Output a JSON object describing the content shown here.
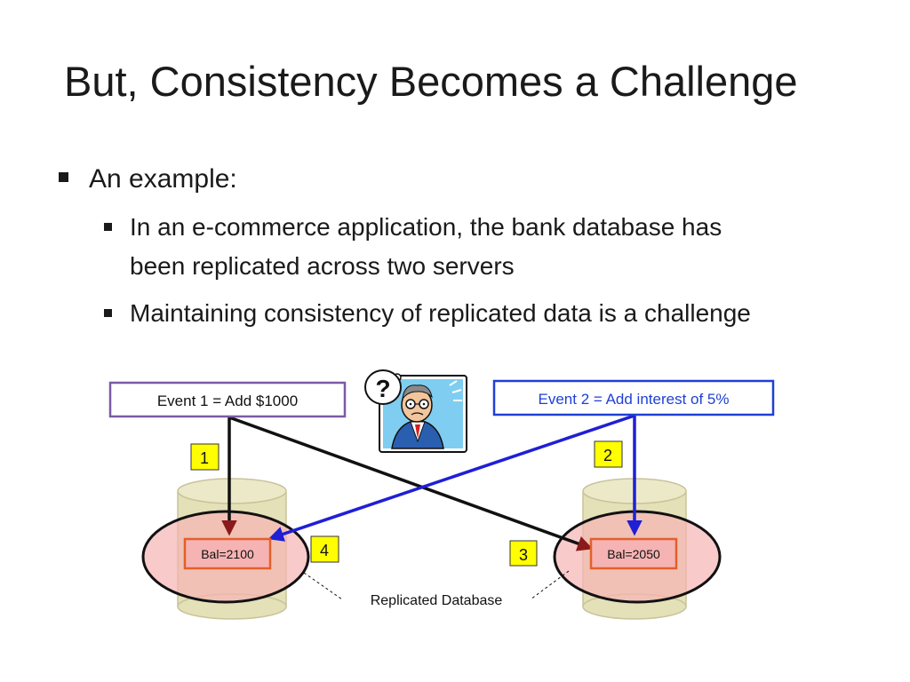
{
  "slide": {
    "title": "But, Consistency Becomes a Challenge",
    "bullets": [
      {
        "level": 1,
        "lines": [
          "An example:"
        ]
      },
      {
        "level": 2,
        "lines": [
          "In an e-commerce application, the bank database has",
          "been replicated across two servers"
        ]
      },
      {
        "level": 2,
        "lines": [
          "Maintaining consistency of replicated data is a challenge"
        ]
      }
    ]
  },
  "diagram": {
    "event1": "Event 1 = Add $1000",
    "event2": "Event 2 = Add interest of 5%",
    "steps": [
      "1",
      "2",
      "3",
      "4"
    ],
    "db_left_balance": "Bal=2100",
    "db_right_balance": "Bal=2050",
    "db_label": "Replicated Database",
    "thought_symbol": "?"
  },
  "colors": {
    "event1_border": "#7b5aa6",
    "event2_border": "#1f3fd6",
    "event2_text": "#1f3fd6",
    "arrow_dark": "#111111",
    "arrow_dark_head": "#8b1a1a",
    "arrow_blue": "#1f1fd6",
    "step_fill": "#ffff00",
    "cylinder": "#e4e0b8",
    "ellipse_fill": "#f6b3b3",
    "balance_border": "#e2602a",
    "person_background": "#7fcdf0"
  }
}
